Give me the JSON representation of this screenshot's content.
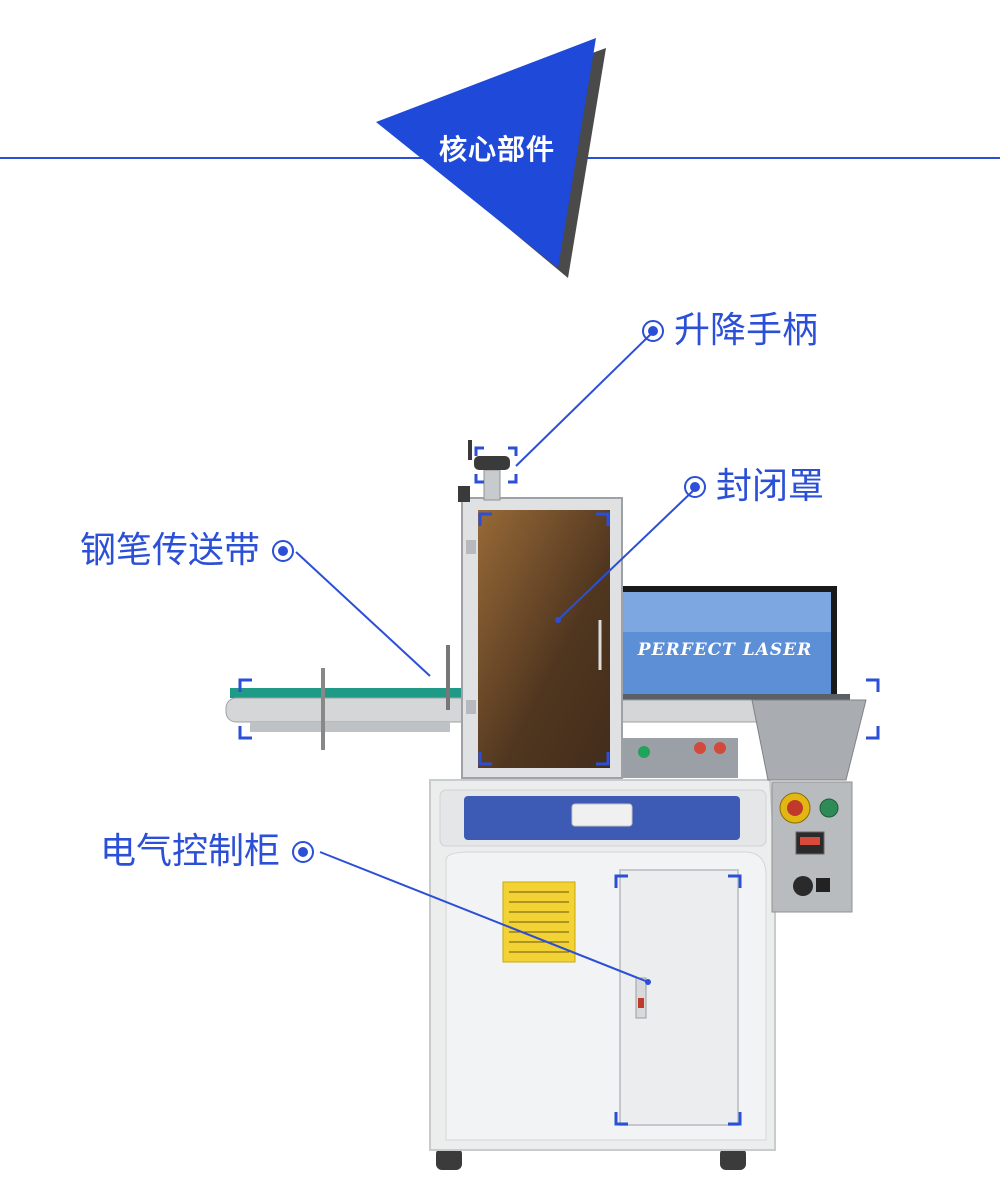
{
  "banner": {
    "title": "核心部件"
  },
  "monitor": {
    "brand_text": "PERFECT LASER"
  },
  "callouts": {
    "lift_handle": "升降手柄",
    "enclosure": "封闭罩",
    "conveyor": "钢笔传送带",
    "cabinet": "电气控制柜"
  },
  "colors": {
    "accent": "#2b4fd6",
    "banner_shadow": "#555555",
    "line": "#2b4fd6"
  }
}
